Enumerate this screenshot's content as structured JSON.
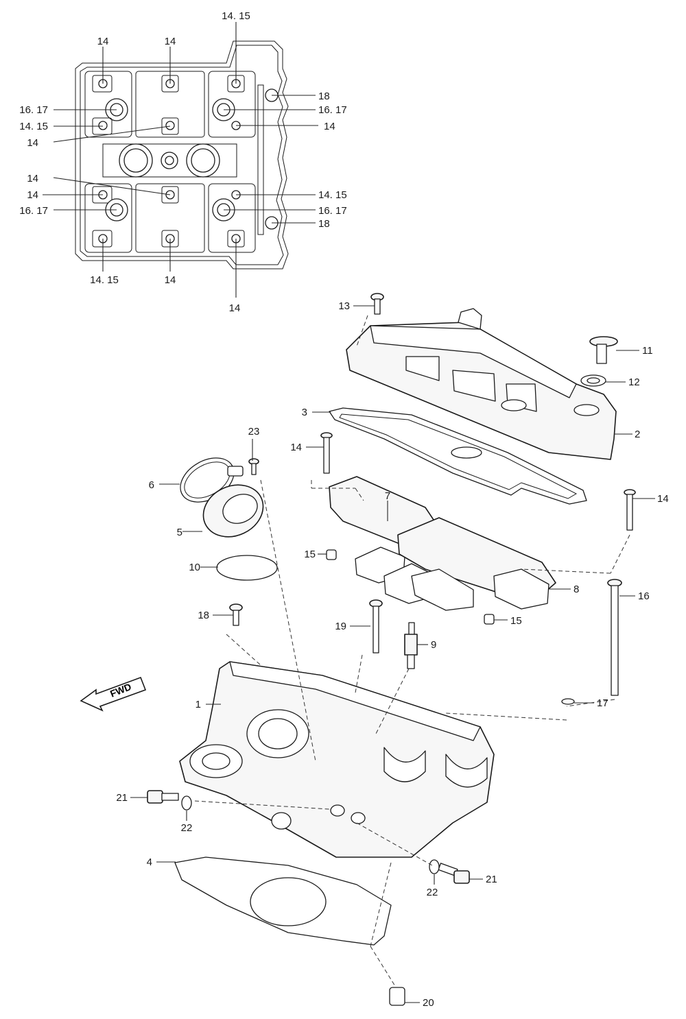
{
  "top_view": {
    "labels": {
      "t1": "14",
      "t2": "14",
      "t3": "14. 15",
      "l1": "16. 17",
      "l2": "14. 15",
      "l3": "14",
      "l4": "14",
      "l5": "14",
      "l6": "16. 17",
      "r1": "18",
      "r2": "16. 17",
      "r3": "14",
      "r4": "14. 15",
      "r5": "16. 17",
      "r6": "18",
      "b1": "14. 15",
      "b2": "14",
      "b3": "14"
    }
  },
  "callouts": {
    "c1": "1",
    "c2": "2",
    "c3": "3",
    "c4": "4",
    "c5": "5",
    "c6": "6",
    "c7": "7",
    "c8": "8",
    "c9": "9",
    "c10": "10",
    "c11": "11",
    "c12": "12",
    "c13": "13",
    "c14a": "14",
    "c14b": "14",
    "c15a": "15",
    "c15b": "15",
    "c16": "16",
    "c17": "17",
    "c18": "18",
    "c19": "19",
    "c20": "20",
    "c21a": "21",
    "c21b": "21",
    "c22a": "22",
    "c22b": "22",
    "c23": "23"
  },
  "fwd_arrow": "FWD"
}
